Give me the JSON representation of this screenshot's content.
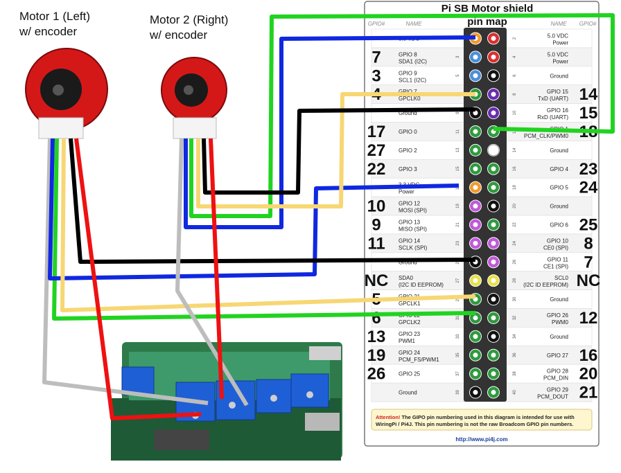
{
  "labels": {
    "motor1_line1": "Motor 1 (Left)",
    "motor1_line2": "w/ encoder",
    "motor2_line1": "Motor 2 (Right)",
    "motor2_line2": "w/ encoder"
  },
  "pinmap": {
    "title": "Pi SB Motor shield",
    "subtitle": "pin map",
    "col_gpio_left": "GPIO#",
    "col_name_left": "NAME",
    "col_name_right": "NAME",
    "col_gpio_right": "GPIO#",
    "rows": [
      {
        "ln": "3.3 VDC",
        "ll": "",
        "lp": "1",
        "rp": "2",
        "rn": "5.0 VDC",
        "rl": "Power",
        "lnum": "",
        "rnum": "",
        "lc": "#f29a2e",
        "rc": "#d93030"
      },
      {
        "ln": "GPIO 8",
        "ll": "SDA1 (I2C)",
        "lp": "3",
        "rp": "4",
        "rn": "5.0 VDC",
        "rl": "Power",
        "lnum": "7",
        "rnum": "",
        "lc": "#4a8fd9",
        "rc": "#d93030"
      },
      {
        "ln": "GPIO 9",
        "ll": "SCL1 (I2C)",
        "lp": "5",
        "rp": "6",
        "rn": "Ground",
        "rl": "",
        "lnum": "3",
        "rnum": "",
        "lc": "#4a8fd9",
        "rc": "#111111"
      },
      {
        "ln": "GPIO 7",
        "ll": "GPCLK0",
        "lp": "7",
        "rp": "8",
        "rn": "GPIO 15",
        "rl": "TxD (UART)",
        "lnum": "4",
        "rnum": "14",
        "lc": "#2e9a3e",
        "rc": "#6a2bb0"
      },
      {
        "ln": "Ground",
        "ll": "",
        "lp": "9",
        "rp": "10",
        "rn": "GPIO 16",
        "rl": "RxD (UART)",
        "lnum": "",
        "rnum": "15",
        "lc": "#111111",
        "rc": "#6a2bb0"
      },
      {
        "ln": "GPIO 0",
        "ll": "",
        "lp": "11",
        "rp": "12",
        "rn": "GPIO 1",
        "rl": "PCM_CLK/PWM0",
        "lnum": "17",
        "rnum": "18",
        "lc": "#2e9a3e",
        "rc": "#2e9a3e"
      },
      {
        "ln": "GPIO 2",
        "ll": "",
        "lp": "13",
        "rp": "14",
        "rn": "Ground",
        "rl": "",
        "lnum": "27",
        "rnum": "",
        "lc": "#2e9a3e",
        "rc": "#ffffff"
      },
      {
        "ln": "GPIO 3",
        "ll": "",
        "lp": "15",
        "rp": "16",
        "rn": "GPIO 4",
        "rl": "",
        "lnum": "22",
        "rnum": "23",
        "lc": "#2e9a3e",
        "rc": "#2e9a3e"
      },
      {
        "ln": "3.3 VDC",
        "ll": "Power",
        "lp": "17",
        "rp": "18",
        "rn": "GPIO 5",
        "rl": "",
        "lnum": "",
        "rnum": "24",
        "lc": "#f29a2e",
        "rc": "#2e9a3e"
      },
      {
        "ln": "GPIO 12",
        "ll": "MOSI (SPI)",
        "lp": "19",
        "rp": "20",
        "rn": "Ground",
        "rl": "",
        "lnum": "10",
        "rnum": "",
        "lc": "#c05ad8",
        "rc": "#111111"
      },
      {
        "ln": "GPIO 13",
        "ll": "MISO (SPI)",
        "lp": "21",
        "rp": "22",
        "rn": "GPIO 6",
        "rl": "",
        "lnum": "9",
        "rnum": "25",
        "lc": "#c05ad8",
        "rc": "#2e9a3e"
      },
      {
        "ln": "GPIO 14",
        "ll": "SCLK (SPI)",
        "lp": "23",
        "rp": "24",
        "rn": "GPIO 10",
        "rl": "CE0 (SPI)",
        "lnum": "11",
        "rnum": "8",
        "lc": "#c05ad8",
        "rc": "#c05ad8"
      },
      {
        "ln": "Ground",
        "ll": "",
        "lp": "25",
        "rp": "26",
        "rn": "GPIO 11",
        "rl": "CE1 (SPI)",
        "lnum": "",
        "rnum": "7",
        "lc": "#111111",
        "rc": "#c05ad8"
      },
      {
        "ln": "SDA0",
        "ll": "(I2C ID EEPROM)",
        "lp": "27",
        "rp": "28",
        "rn": "SCL0",
        "rl": "(I2C ID EEPROM)",
        "lnum": "NC",
        "rnum": "NC",
        "lc": "#e8e04a",
        "rc": "#e8e04a"
      },
      {
        "ln": "GPIO 21",
        "ll": "GPCLK1",
        "lp": "29",
        "rp": "30",
        "rn": "Ground",
        "rl": "",
        "lnum": "5",
        "rnum": "",
        "lc": "#2e9a3e",
        "rc": "#111111"
      },
      {
        "ln": "GPIO 22",
        "ll": "GPCLK2",
        "lp": "31",
        "rp": "32",
        "rn": "GPIO 26",
        "rl": "PWM0",
        "lnum": "6",
        "rnum": "12",
        "lc": "#2e9a3e",
        "rc": "#2e9a3e"
      },
      {
        "ln": "GPIO 23",
        "ll": "PWM1",
        "lp": "33",
        "rp": "34",
        "rn": "Ground",
        "rl": "",
        "lnum": "13",
        "rnum": "",
        "lc": "#2e9a3e",
        "rc": "#111111"
      },
      {
        "ln": "GPIO 24",
        "ll": "PCM_FS/PWM1",
        "lp": "35",
        "rp": "36",
        "rn": "GPIO 27",
        "rl": "",
        "lnum": "19",
        "rnum": "16",
        "lc": "#2e9a3e",
        "rc": "#2e9a3e"
      },
      {
        "ln": "GPIO 25",
        "ll": "",
        "lp": "37",
        "rp": "38",
        "rn": "GPIO 28",
        "rl": "PCM_DIN",
        "lnum": "26",
        "rnum": "20",
        "lc": "#2e9a3e",
        "rc": "#2e9a3e"
      },
      {
        "ln": "Ground",
        "ll": "",
        "lp": "39",
        "rp": "40",
        "rn": "GPIO 29",
        "rl": "PCM_DOUT",
        "lnum": "",
        "rnum": "21",
        "lc": "#111111",
        "rc": "#2e9a3e"
      }
    ],
    "attention_label": "Attention!",
    "attention_line1": " The GIPO pin numbering used in this diagram is intended for use with",
    "attention_line2": "WiringPi / Pi4J.  This pin numbering is not the raw Broadcom GPIO pin numbers.",
    "url": "http://www.pi4j.com"
  },
  "colors": {
    "green": "#21d321",
    "blue": "#0f28e0",
    "black": "#000000",
    "yellow": "#f7d774",
    "red": "#ee1111",
    "gray": "#bdbdbd"
  }
}
